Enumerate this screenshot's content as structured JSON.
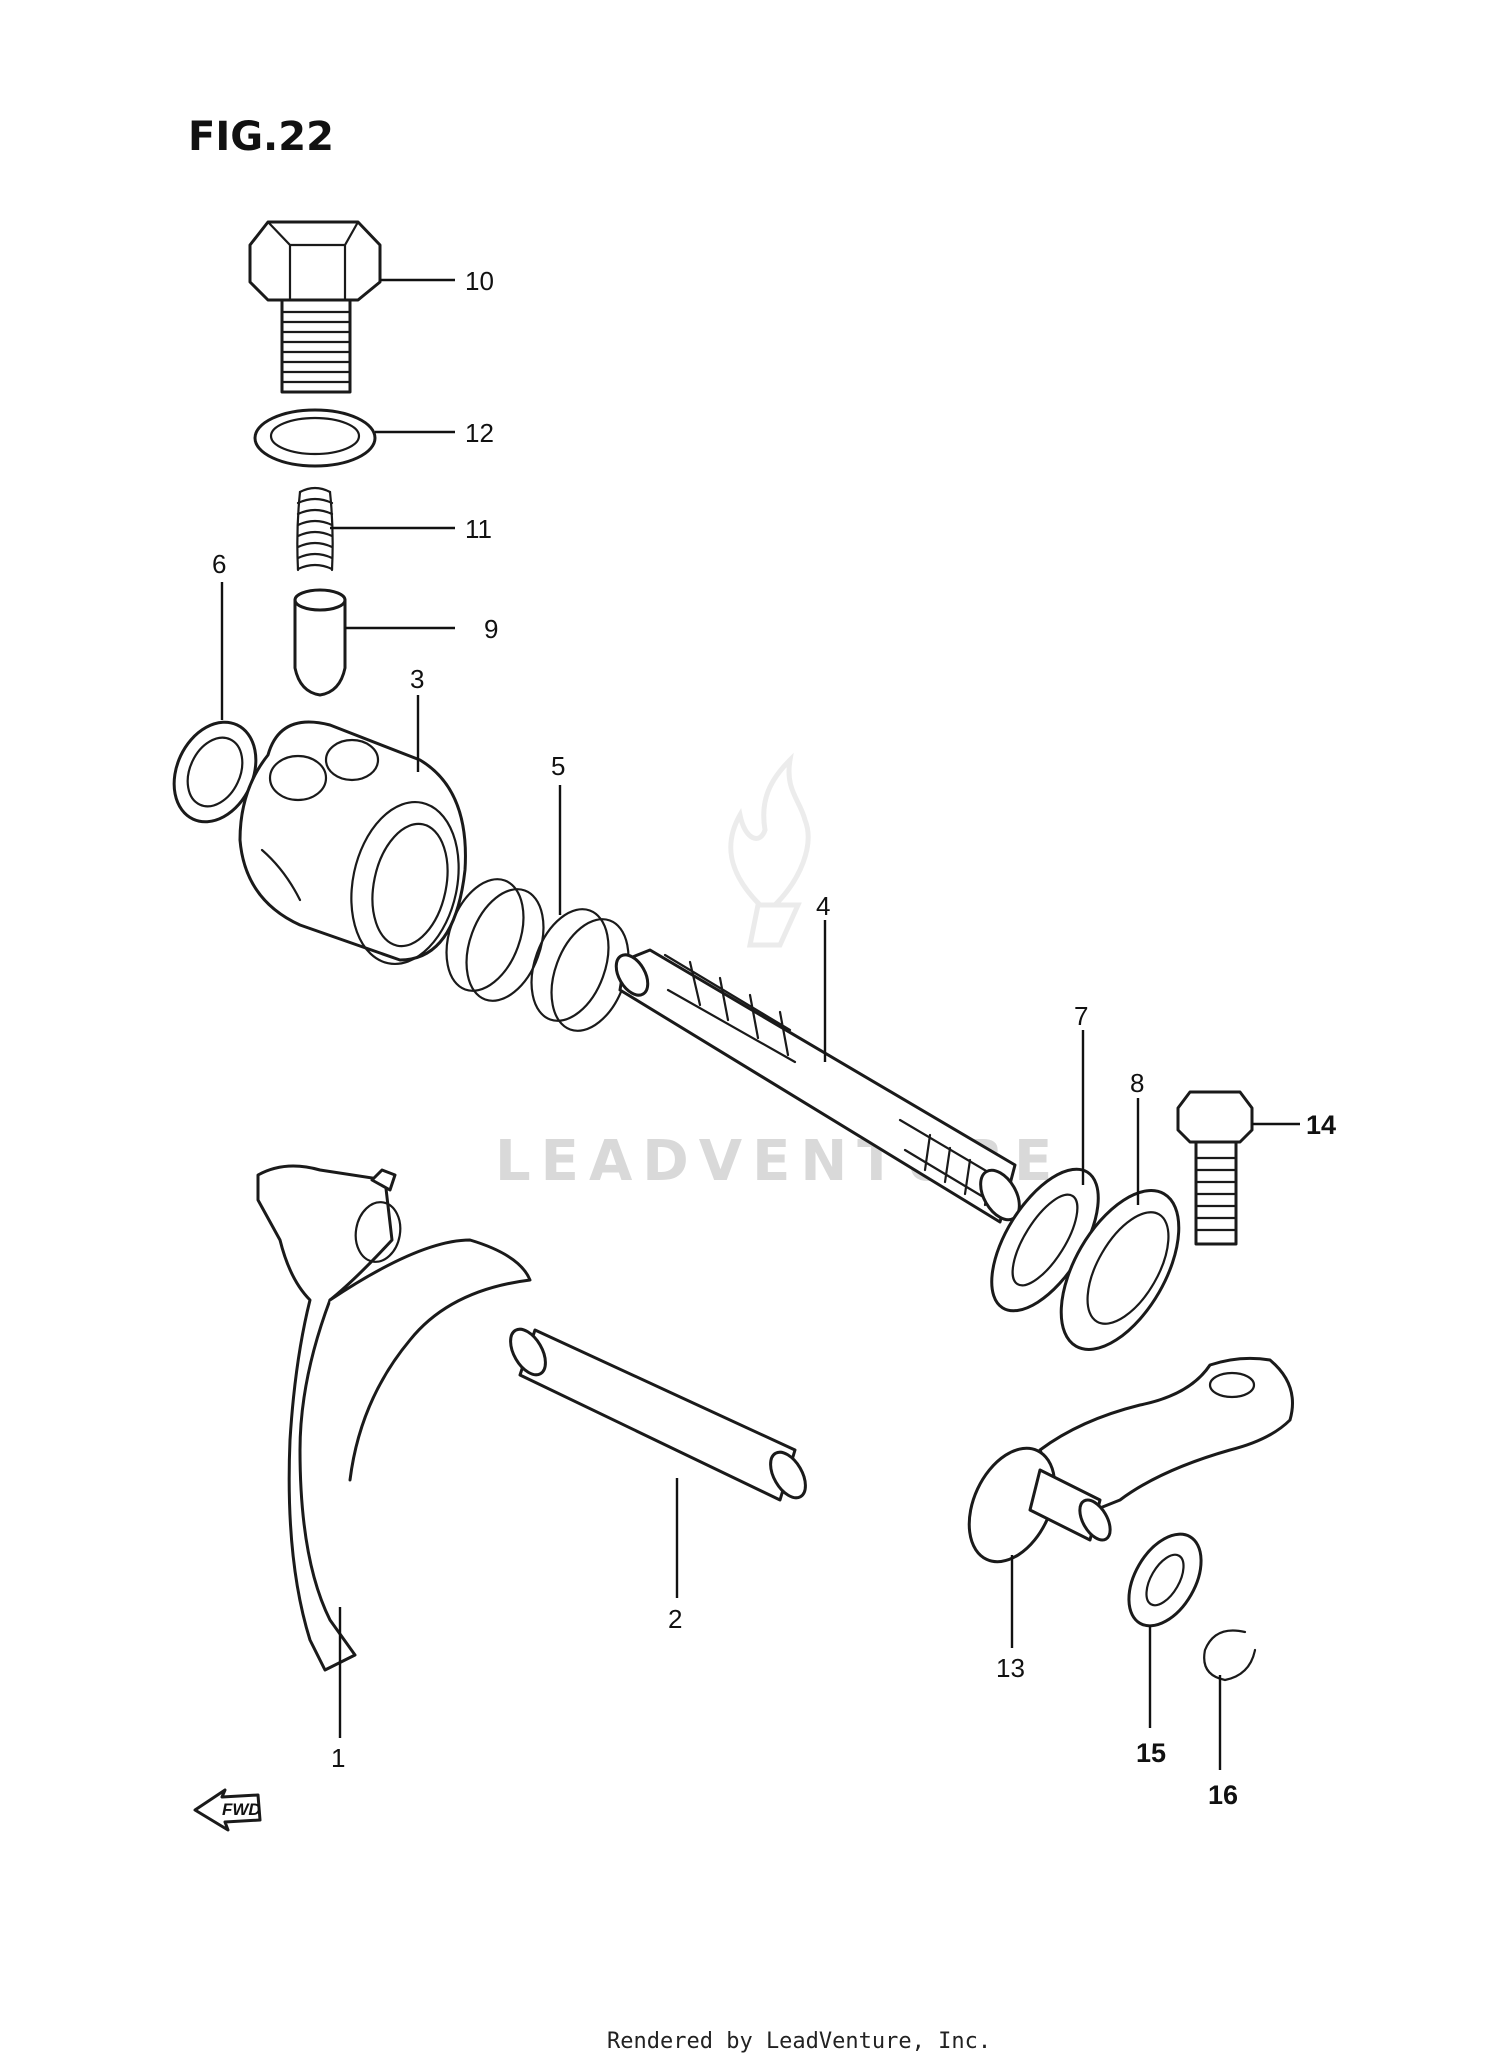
{
  "figure": {
    "title": "FIG.22"
  },
  "watermark": {
    "text": "LEADVENTURE"
  },
  "direction_marker": {
    "label": "FWD"
  },
  "callouts": [
    {
      "id": "p10",
      "label": "10"
    },
    {
      "id": "p12",
      "label": "12"
    },
    {
      "id": "p11",
      "label": "11"
    },
    {
      "id": "p6",
      "label": "6"
    },
    {
      "id": "p9",
      "label": "9"
    },
    {
      "id": "p3",
      "label": "3"
    },
    {
      "id": "p5",
      "label": "5"
    },
    {
      "id": "p4",
      "label": "4"
    },
    {
      "id": "p7",
      "label": "7"
    },
    {
      "id": "p8",
      "label": "8"
    },
    {
      "id": "p14",
      "label": "14"
    },
    {
      "id": "p2",
      "label": "2"
    },
    {
      "id": "p13",
      "label": "13"
    },
    {
      "id": "p15",
      "label": "15"
    },
    {
      "id": "p16",
      "label": "16"
    },
    {
      "id": "p1",
      "label": "1"
    }
  ],
  "footer": {
    "text": "Rendered by LeadVenture, Inc."
  }
}
